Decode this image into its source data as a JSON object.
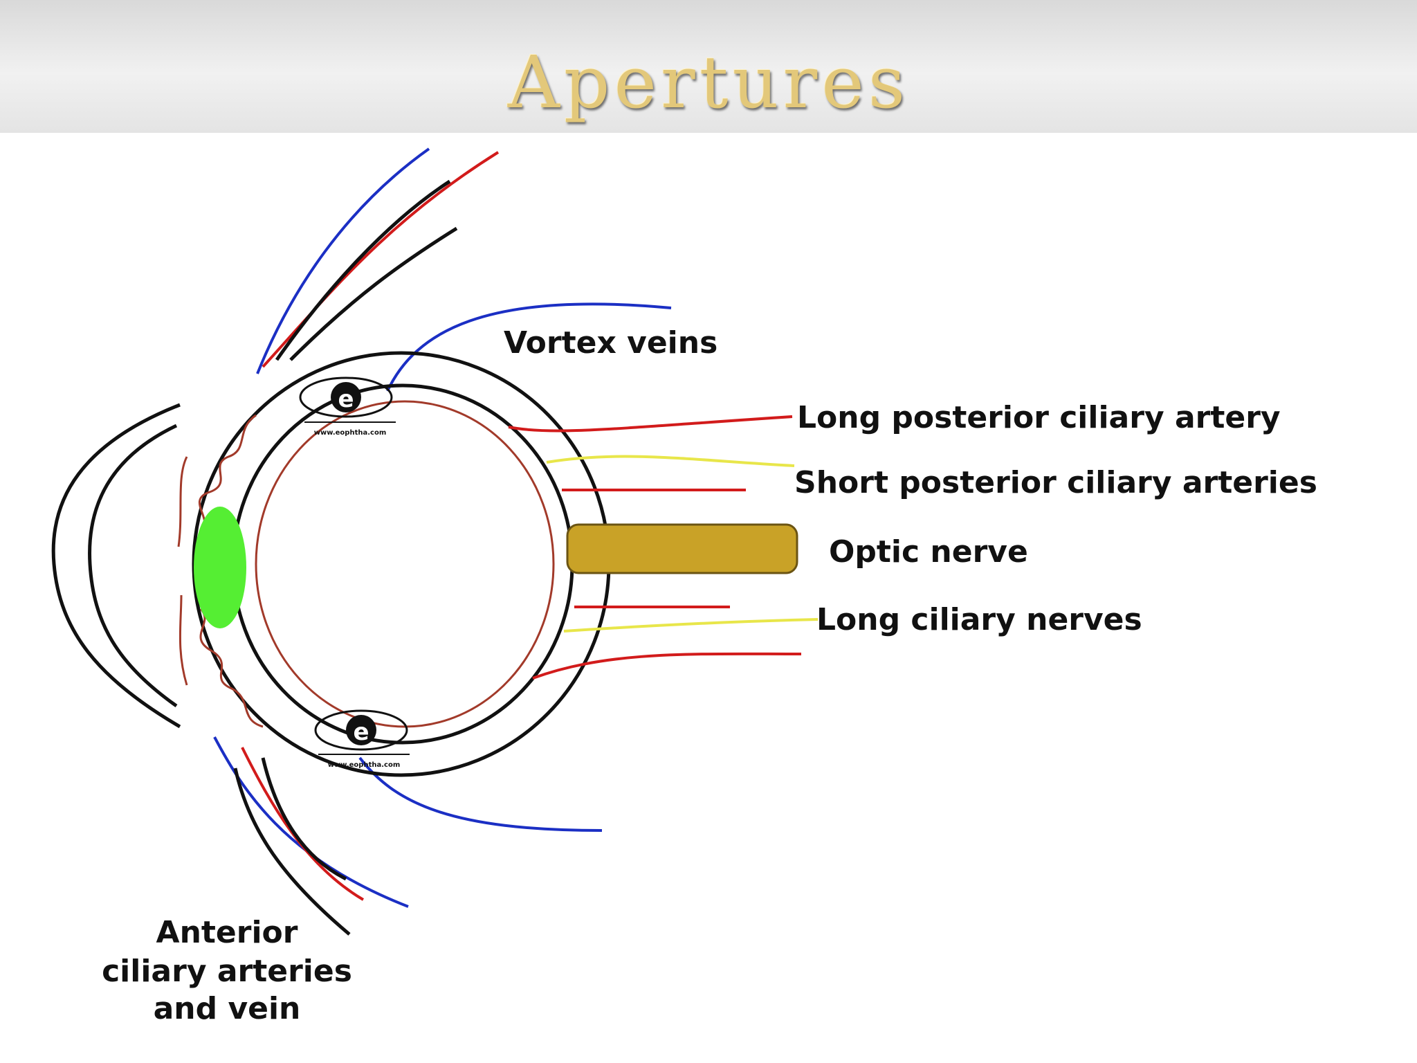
{
  "slide": {
    "title": "Apertures"
  },
  "labels": {
    "vortex_veins": "Vortex veins",
    "long_posterior_ciliary_artery": "Long posterior ciliary artery",
    "short_posterior_ciliary_arteries": "Short posterior ciliary arteries",
    "optic_nerve": "Optic nerve",
    "long_ciliary_nerves": "Long ciliary nerves",
    "anterior_line1": "Anterior",
    "anterior_line2": "ciliary arteries",
    "anterior_line3": "and vein"
  },
  "watermark": {
    "letter": "e",
    "url_text": "www.eophtha.com"
  },
  "colors": {
    "artery": "#d21b1b",
    "vein": "#1b2fc4",
    "nerve": "#e8e64a",
    "choroid": "#a23a2a",
    "lens": "#55ee33",
    "optic_nerve_fill": "#c9a227",
    "title": "#e3c87a"
  }
}
